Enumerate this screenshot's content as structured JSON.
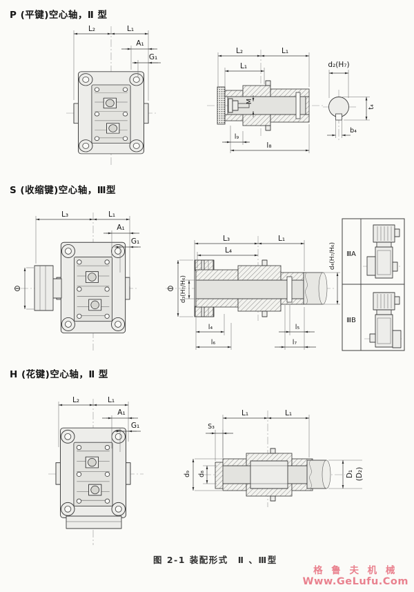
{
  "page": {
    "caption": "图 2-1 装配形式　Ⅱ 、Ⅲ型",
    "watermark_line1": "格 鲁 夫 机 械",
    "watermark_line2": "Www.GeLufu.Com",
    "watermark_color": "#e9818e",
    "background_color": "#fbfbf8",
    "line_color": "#3d3d3d"
  },
  "sections": {
    "p": {
      "title": "P (平键)空心轴，Ⅱ 型",
      "labels": {
        "L2": "L₂",
        "L1": "L₁",
        "A1": "A₁",
        "G1": "G₁",
        "M": "M",
        "l9": "l₉",
        "l8": "l₈",
        "d2": "d₂(H₇)",
        "t4": "t₄",
        "b4": "b₄"
      }
    },
    "s": {
      "title": "S (收缩键)空心轴，Ⅲ型",
      "labels": {
        "L3": "L₃",
        "L1": "L₁",
        "L4": "L₄",
        "A1": "A₁",
        "G1": "G₁",
        "theta": "⊖",
        "d3": "d₃(H₇/H₆)",
        "d4": "d₄(H₇/H₆)",
        "l4": "l₄",
        "l5": "l₅",
        "l6": "l₆",
        "l7": "l₇",
        "IIIA": "ⅢA",
        "IIIB": "ⅢB"
      }
    },
    "h": {
      "title": "H (花键)空心轴，Ⅱ 型",
      "labels": {
        "L2": "L₂",
        "L1": "L₁",
        "A1": "A₁",
        "G1": "G₁",
        "S3": "S₃",
        "d9": "d₉",
        "d8": "d₈",
        "D1": "D₁",
        "D2": "(D₂)"
      }
    }
  }
}
